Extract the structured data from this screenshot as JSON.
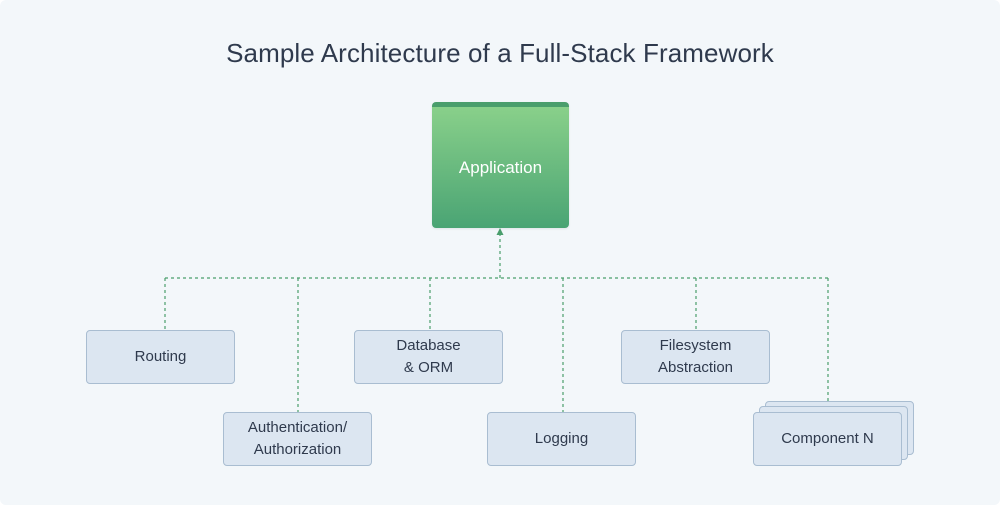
{
  "diagram": {
    "title": "Sample Architecture of a Full-Stack Framework",
    "root": {
      "label": "Application"
    },
    "components": {
      "routing": "Routing",
      "auth": "Authentication/\nAuthorization",
      "database": "Database\n& ORM",
      "logging": "Logging",
      "filesystem": "Filesystem\nAbstraction",
      "component_n": "Component N"
    },
    "colors": {
      "background": "#f3f7fa",
      "root_top": "#89d08a",
      "root_bottom": "#4aa474",
      "component_fill": "#dce6f1",
      "component_border": "#a9bdd1",
      "connector": "#4a9e6c",
      "title_text": "#2f3a4d"
    }
  }
}
